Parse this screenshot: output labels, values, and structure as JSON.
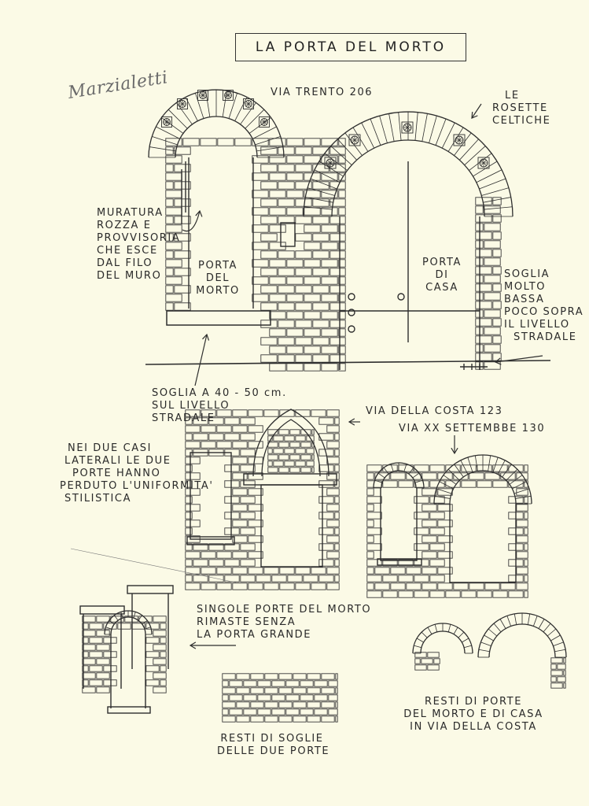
{
  "title": "LA PORTA DEL MORTO",
  "signature": "Marzialetti",
  "labels": {
    "via_trento": "VIA TRENTO 206",
    "rosette": [
      "LE",
      "ROSETTE",
      "CELTICHE"
    ],
    "muratura": [
      "MURATURA",
      "ROZZA E",
      "PROVVISORIA",
      "CHE ESCE",
      "DAL FILO",
      "DEL MURO"
    ],
    "porta_morto": [
      "PORTA",
      "DEL",
      "MORTO"
    ],
    "porta_casa": [
      "PORTA",
      "DI",
      "CASA"
    ],
    "soglia_bassa": [
      "SOGLIA",
      "MOLTO",
      "BASSA",
      "POCO SOPRA",
      "IL LIVELLO",
      "STRADALE"
    ],
    "soglia_alta": [
      "SOGLIA A 40 - 50 cm.",
      "SUL LIVELLO",
      "STRADALE"
    ],
    "via_costa": "VIA DELLA COSTA 123",
    "via_xx": "VIA XX SETTEMBBE 130",
    "due_casi": [
      "NEI DUE CASI",
      "LATERALI LE DUE",
      "PORTE HANNO",
      "PERDUTO L'UNIFORMITA'",
      "STILISTICA"
    ],
    "singole": [
      "SINGOLE PORTE DEL MORTO",
      "RIMASTE SENZA",
      "LA PORTA GRANDE"
    ],
    "resti_soglie": [
      "RESTI DI SOGLIE",
      "DELLE DUE PORTE"
    ],
    "resti_porte": [
      "RESTI DI PORTE",
      "DEL MORTO E DI CASA",
      "IN VIA DELLA COSTA"
    ]
  }
}
